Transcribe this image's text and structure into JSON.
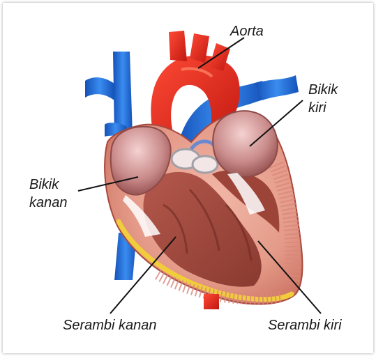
{
  "labels": {
    "aorta": "Aorta",
    "bikik_kiri": [
      "Bikik",
      "kiri"
    ],
    "bikik_kanan": [
      "Bikik",
      "kanan"
    ],
    "serambi_kanan": "Serambi kanan",
    "serambi_kiri": "Serambi kiri"
  },
  "colors": {
    "artery_red": "#e0241c",
    "vein_blue": "#1f6fd8",
    "muscle": "#c85a4a",
    "chamber_pink": "#e8a3a0",
    "fat_yellow": "#f1cd3c",
    "frame_border": "#6e6e6e"
  }
}
